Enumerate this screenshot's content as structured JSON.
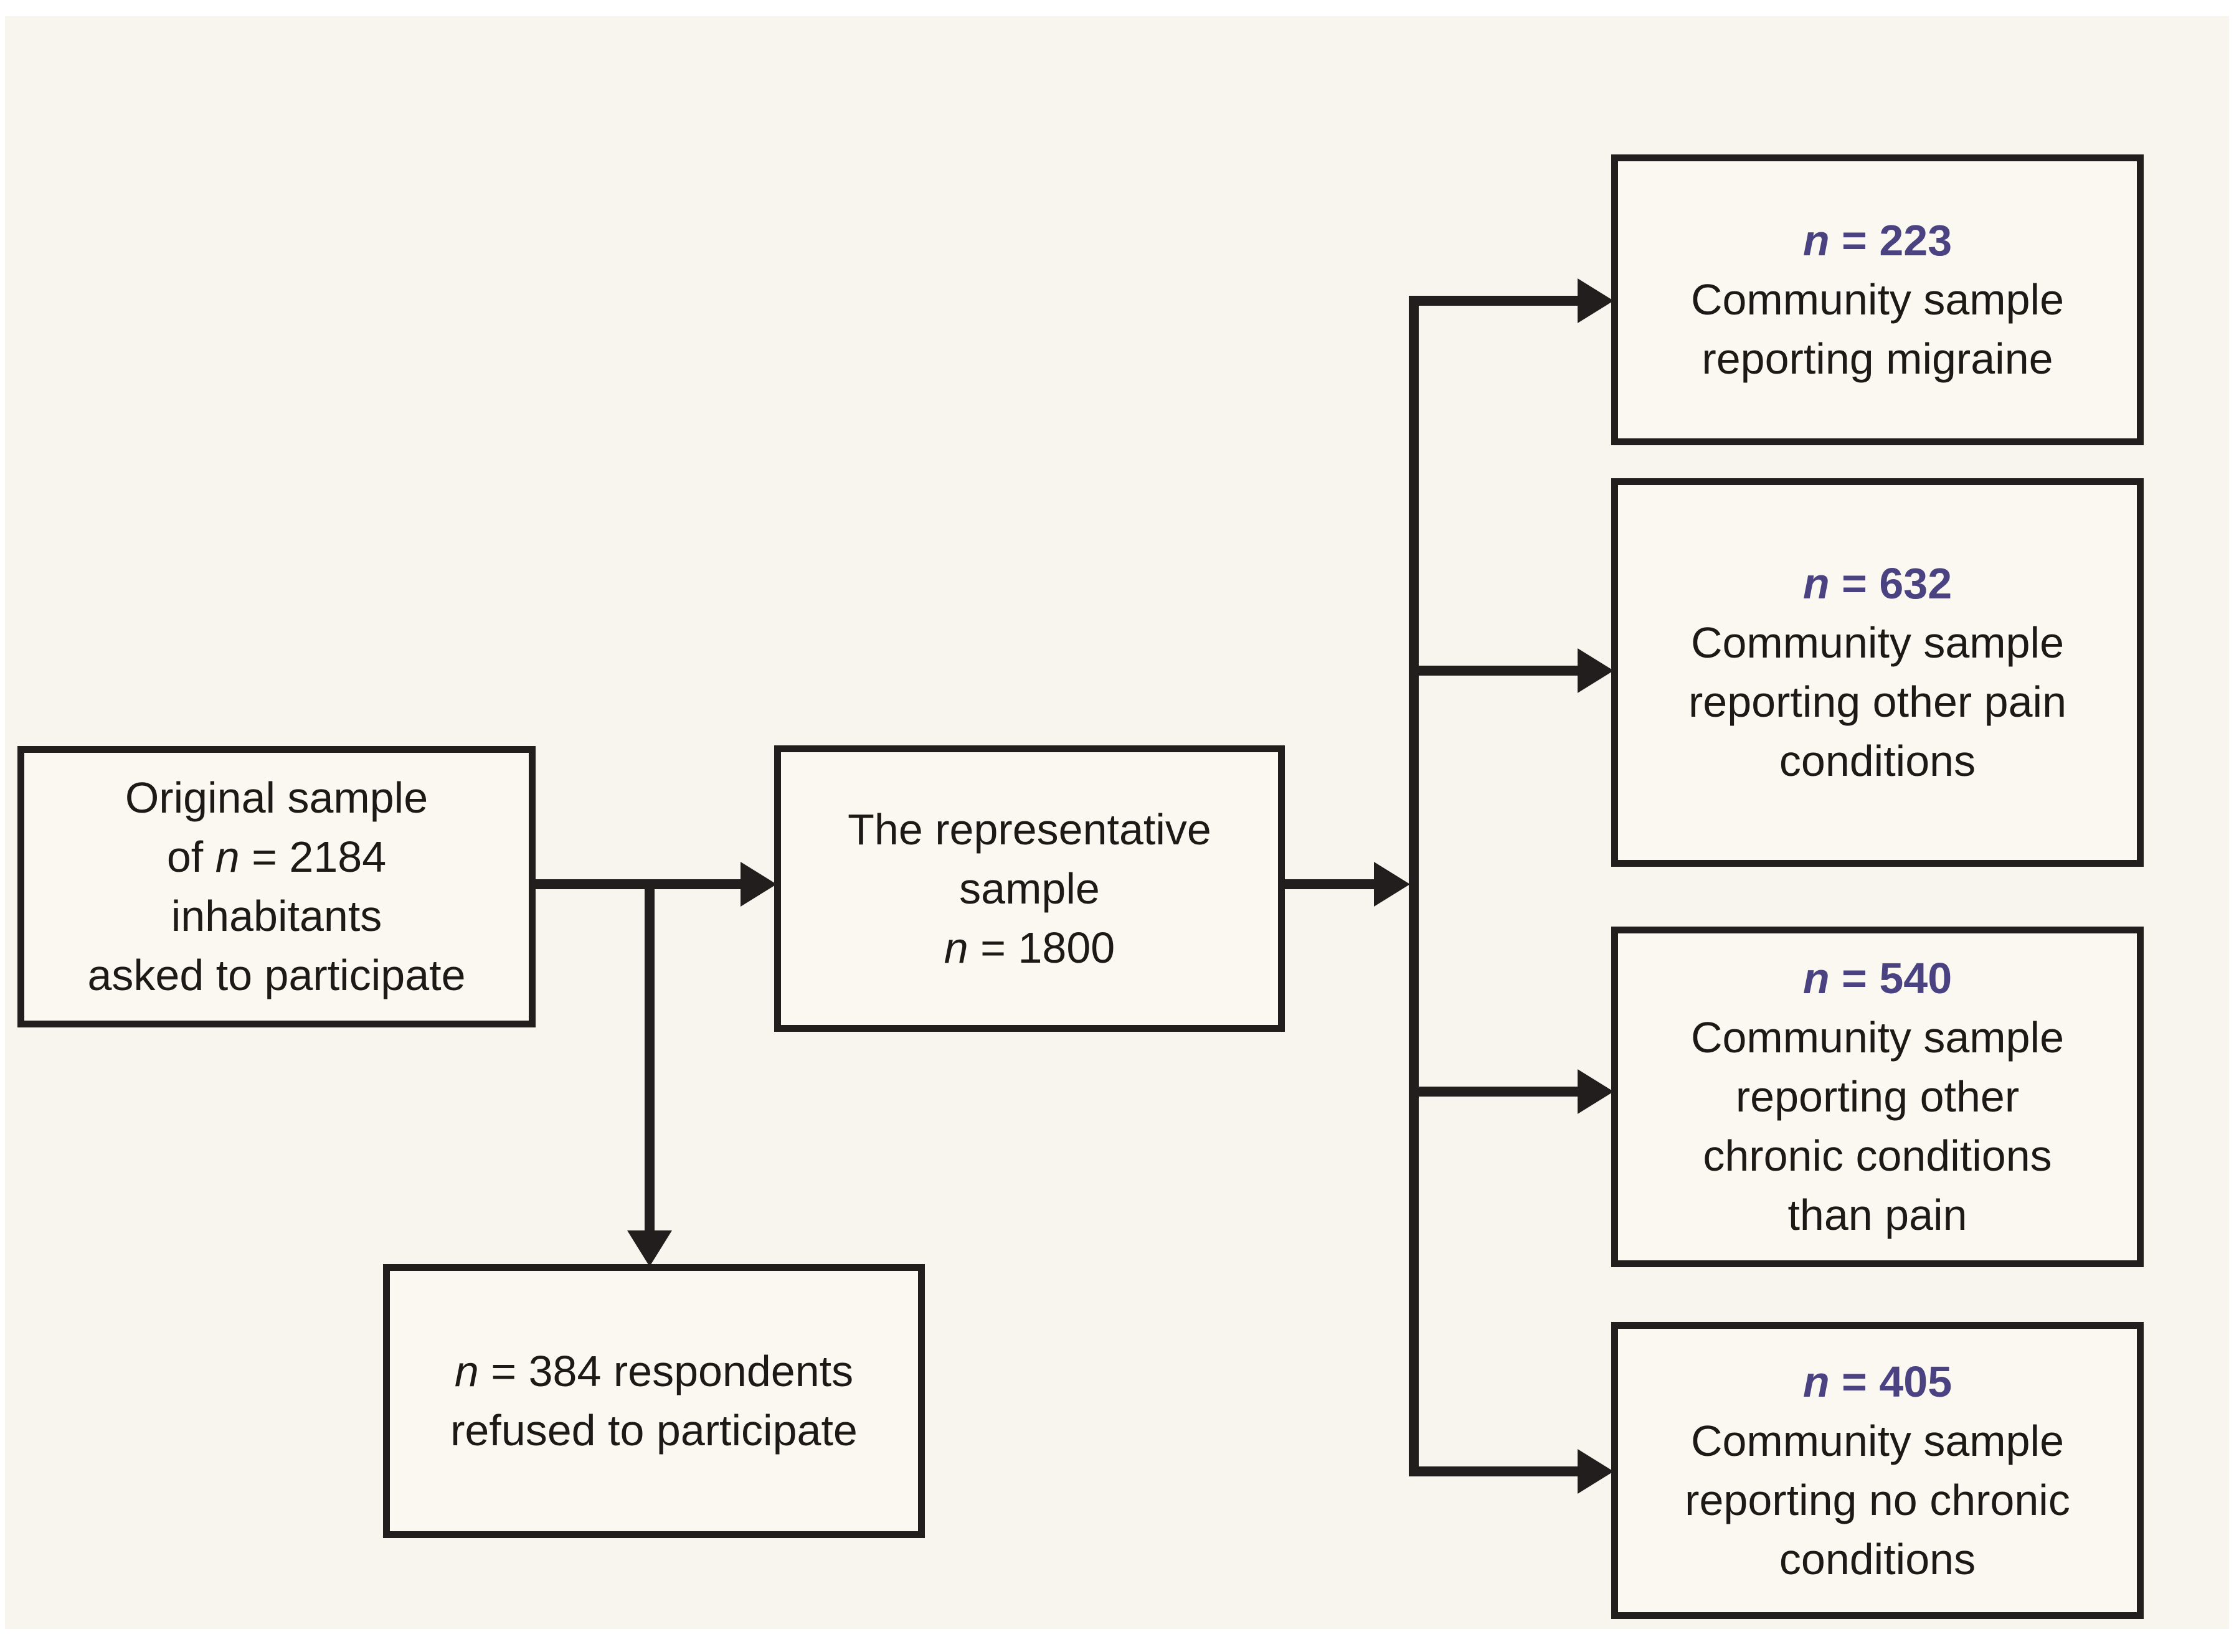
{
  "colors": {
    "page": "#ffffff",
    "figure_bg": "#f8f5ee",
    "box_fill": "#faf8f1",
    "line": "#221e1d",
    "text": "#1d1916",
    "n_value": "#4b4282"
  },
  "boxes": {
    "original": {
      "line1": "Original sample",
      "line2_prefix": "of ",
      "line2_n": "n",
      "line2_suffix": " = 2184",
      "line3": "inhabitants",
      "line4": "asked to participate"
    },
    "representative": {
      "line1": "The representative",
      "line2": "sample",
      "line3_n": "n",
      "line3_suffix": " = 1800"
    },
    "refused": {
      "line1_n": "n",
      "line1_suffix": " = 384 respondents",
      "line2": "refused to participate"
    },
    "migraine": {
      "header_n": "n",
      "header_suffix": " = 223",
      "line1": "Community sample",
      "line2": "reporting migraine"
    },
    "other_pain": {
      "header_n": "n",
      "header_suffix": " = 632",
      "line1": "Community sample",
      "line2": "reporting other pain",
      "line3": "conditions"
    },
    "other_chronic": {
      "header_n": "n",
      "header_suffix": " = 540",
      "line1": "Community sample",
      "line2": "reporting other",
      "line3": "chronic conditions",
      "line4": "than pain"
    },
    "no_chronic": {
      "header_n": "n",
      "header_suffix": " = 405",
      "line1": "Community sample",
      "line2": "reporting no chronic",
      "line3": "conditions"
    }
  }
}
